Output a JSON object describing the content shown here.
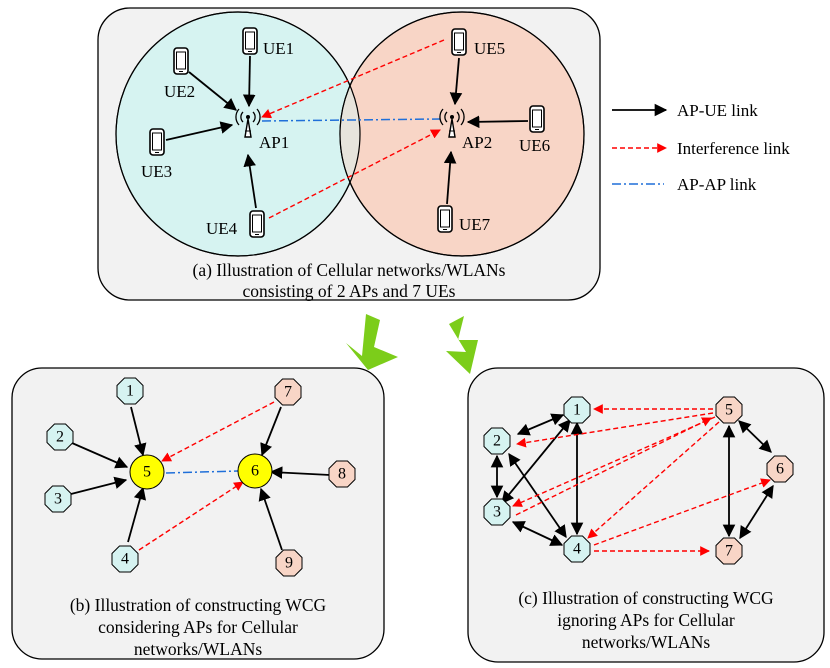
{
  "colors": {
    "ue_fill": "#d6f3f1",
    "ap2_fill": "#f8d5c6",
    "ap_node_fill": "#ffff00",
    "panel_fill": "#f2f2f2",
    "arrow_green": "#7ccd1a",
    "ap_ue_link": "#000000",
    "interference_link": "#ff0000",
    "ap_ap_link": "#1f6fd9"
  },
  "panel_a": {
    "ue_labels": [
      "UE1",
      "UE2",
      "UE3",
      "UE4",
      "UE5",
      "UE6",
      "UE7"
    ],
    "ap_labels": [
      "AP1",
      "AP2"
    ],
    "caption_line1": "(a) Illustration of Cellular networks/WLANs",
    "caption_line2": "consisting of 2 APs and 7 UEs"
  },
  "legend": {
    "ap_ue": "AP-UE link",
    "interference": "Interference link",
    "ap_ap": "AP-AP link"
  },
  "panel_b": {
    "nodes": [
      "1",
      "2",
      "3",
      "4",
      "5",
      "6",
      "7",
      "8",
      "9"
    ],
    "caption_line1": "(b) Illustration of constructing WCG",
    "caption_line2": "considering APs for Cellular",
    "caption_line3": "networks/WLANs"
  },
  "panel_c": {
    "nodes": [
      "1",
      "2",
      "3",
      "4",
      "5",
      "6",
      "7"
    ],
    "caption_line1": "(c) Illustration of constructing WCG",
    "caption_line2": "ignoring APs for Cellular",
    "caption_line3": "networks/WLANs"
  }
}
